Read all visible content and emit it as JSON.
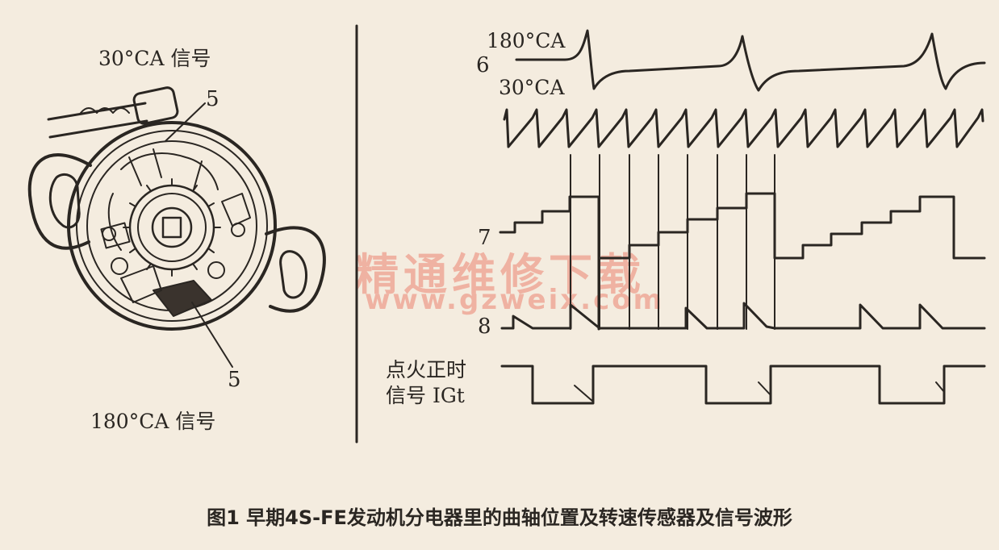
{
  "left_panel": {
    "top_label": "30°CA 信号",
    "bottom_label": "180°CA 信号",
    "callout_top": "5",
    "callout_bottom": "5"
  },
  "right_panel": {
    "label_180": "180°CA",
    "label_30": "30°CA",
    "num_6": "6",
    "num_7": "7",
    "num_8": "8",
    "igt_line1": "点火正时",
    "igt_line2": "信号 IGt"
  },
  "watermark": {
    "line1": "精通维修下载",
    "line2": "www.gzweix.com"
  },
  "caption": "图1  早期4S-FE发动机分电器里的曲轴位置及转速传感器及信号波形"
}
